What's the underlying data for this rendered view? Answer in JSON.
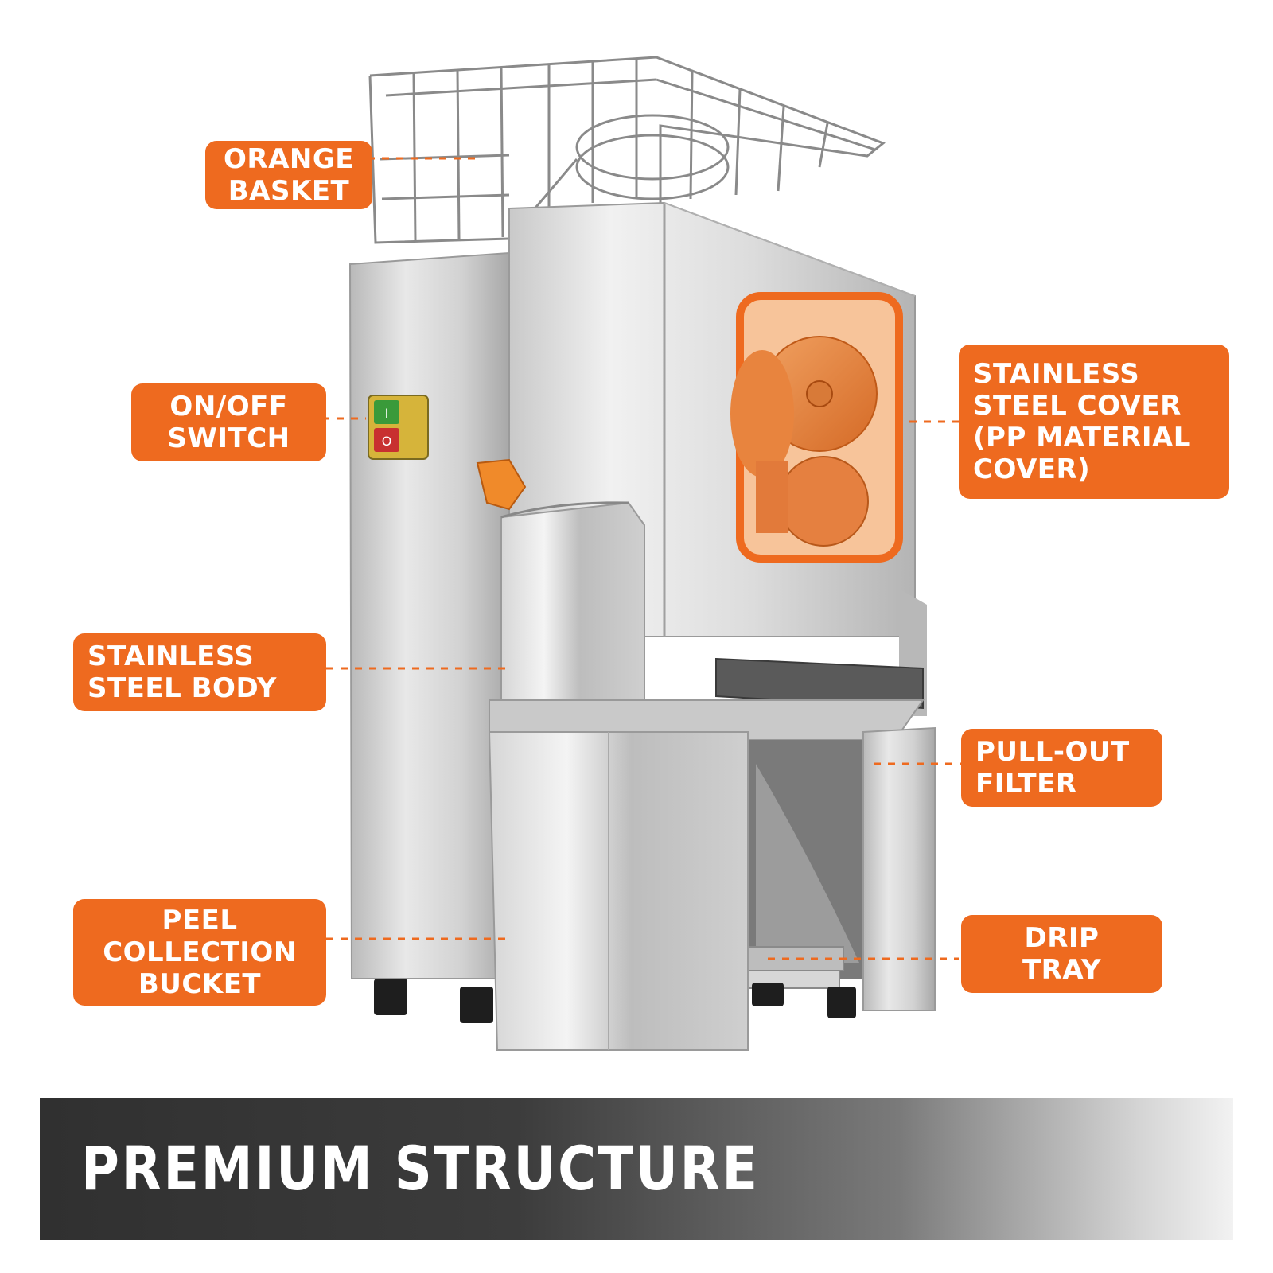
{
  "labels": {
    "orange_basket": [
      "ORANGE",
      "BASKET"
    ],
    "on_off_switch": [
      "ON/OFF",
      "SWITCH"
    ],
    "steel_body": [
      "STAINLESS",
      "STEEL BODY"
    ],
    "peel_bucket": [
      "PEEL",
      "COLLECTION",
      "BUCKET"
    ],
    "steel_cover": [
      "STAINLESS",
      "STEEL COVER",
      "(PP MATERIAL",
      "COVER)"
    ],
    "pull_out_filter": [
      "PULL-OUT",
      "FILTER"
    ],
    "drip_tray": [
      "DRIP",
      "TRAY"
    ]
  },
  "banner": {
    "title": "PREMIUM STRUCTURE"
  },
  "switch": {
    "on_symbol": "I",
    "off_symbol": "O"
  },
  "colors": {
    "accent": "#ee6a1f",
    "steel_light": "#e6e6e6",
    "steel_mid": "#c2c2c2",
    "steel_dark": "#8e8e8e",
    "banner_dark": "#333333"
  },
  "icons": {
    "machine": "juicer-machine-illustration",
    "switch": "power-switch-icon"
  }
}
